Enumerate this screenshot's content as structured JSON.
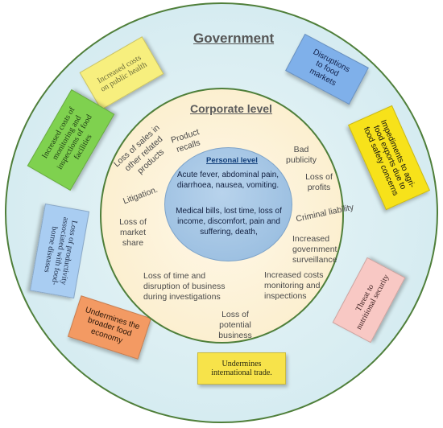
{
  "government": {
    "title": "Government",
    "items": [
      {
        "text": "Increased costs on public health",
        "color": "#f7ef7e"
      },
      {
        "text": "Disruptions to food markets",
        "color": "#7fb0ea"
      },
      {
        "text": "Increased costs of monitoring and inspections of food facilities",
        "color": "#7fd14f"
      },
      {
        "text": "Impediments to agri-food exports due to food safety concerns",
        "color": "#f7e21a"
      },
      {
        "text": "Loss of productivity associated with food-borne diseases",
        "color": "#a9cdf2"
      },
      {
        "text": "Threat to nutritional security",
        "color": "#f8c8c4"
      },
      {
        "text": "Undermines the broader food economy",
        "color": "#f39a63"
      },
      {
        "text": "Undermines international trade.",
        "color": "#f7e34a"
      }
    ]
  },
  "corporate": {
    "title": "Corporate level",
    "items": [
      "Loss of sales in other related products",
      "Product recalls",
      "Bad publicity",
      "Loss of profits",
      "Litigation.",
      "Criminal liability",
      "Loss of market share",
      "Increased government surveillance",
      "Increased costs monitoring and inspections",
      "Loss of time and disruption of business during investigations",
      "Loss of potential business"
    ]
  },
  "personal": {
    "title": "Personal level",
    "symptoms": "Acute fever, abdominal pain, diarrhoea, nausea, vomiting.",
    "costs": "Medical bills, lost time, loss of income, discomfort, pain and suffering, death,"
  }
}
